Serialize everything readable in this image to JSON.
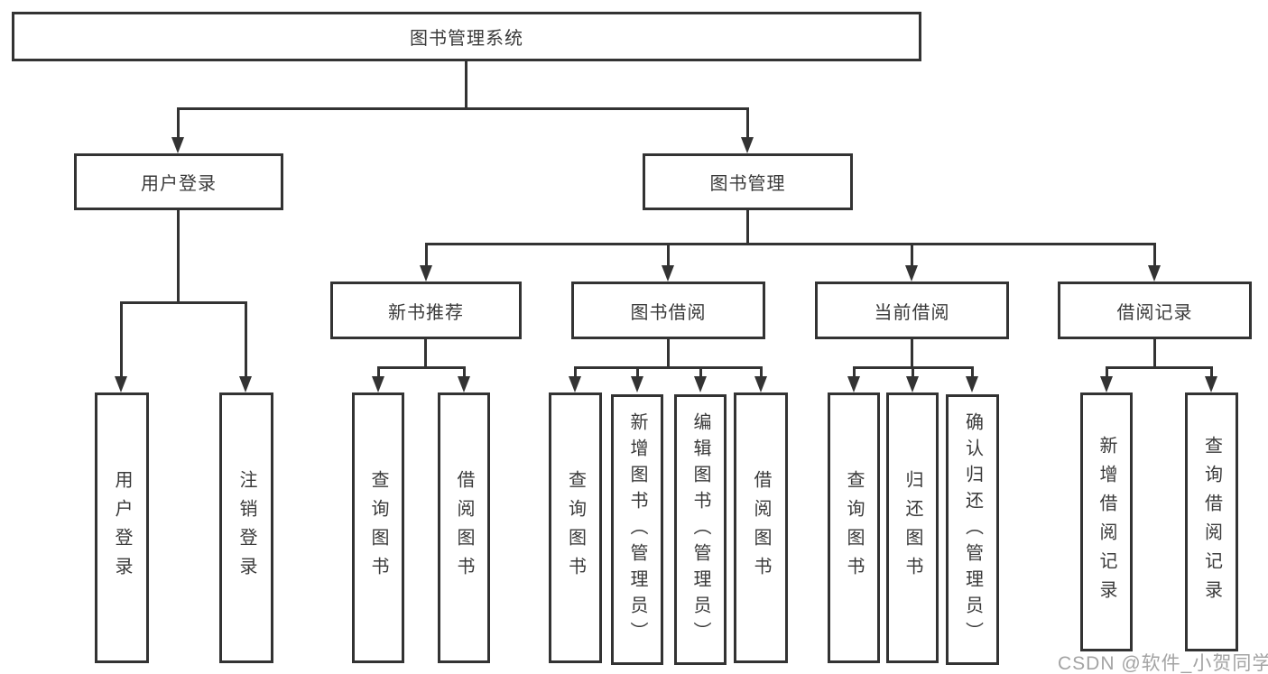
{
  "colors": {
    "line": "#333333",
    "text": "#3a3a3a",
    "background": "#ffffff",
    "watermark": "#a3a3a3"
  },
  "watermark": {
    "text": "CSDN @软件_小贺同学"
  },
  "tree": {
    "root": {
      "label": "图书管理系统"
    },
    "branches": [
      {
        "label": "用户登录",
        "children": [
          {
            "label": "用户登录"
          },
          {
            "label": "注销登录"
          }
        ]
      },
      {
        "label": "图书管理",
        "children": [
          {
            "label": "新书推荐",
            "children": [
              {
                "label": "查询图书"
              },
              {
                "label": "借阅图书"
              }
            ]
          },
          {
            "label": "图书借阅",
            "children": [
              {
                "label": "查询图书"
              },
              {
                "label": "新增图书（管理员）"
              },
              {
                "label": "编辑图书（管理员）"
              },
              {
                "label": "借阅图书"
              }
            ]
          },
          {
            "label": "当前借阅",
            "children": [
              {
                "label": "查询图书"
              },
              {
                "label": "归还图书"
              },
              {
                "label": "确认归还（管理员）"
              }
            ]
          },
          {
            "label": "借阅记录",
            "children": [
              {
                "label": "新增借阅记录"
              },
              {
                "label": "查询借阅记录"
              }
            ]
          }
        ]
      }
    ]
  }
}
